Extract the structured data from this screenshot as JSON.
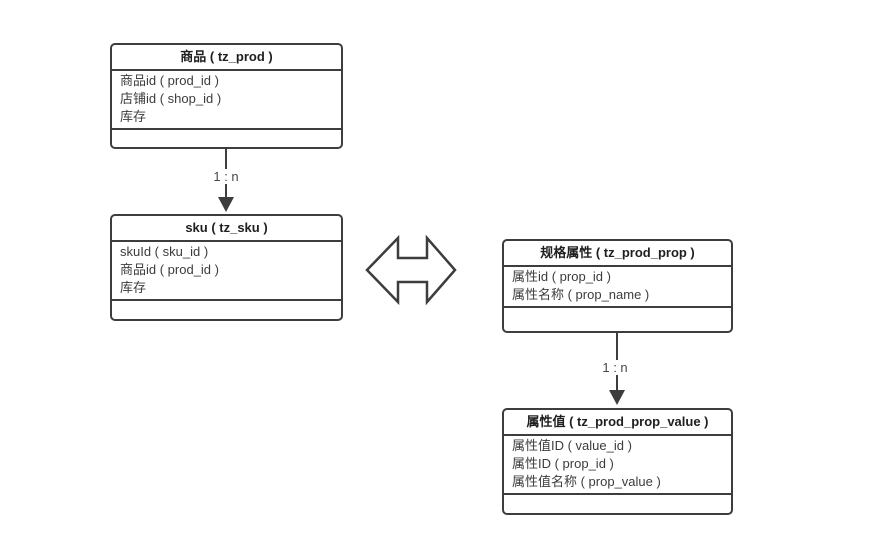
{
  "diagram": {
    "background_color": "#ffffff",
    "stroke_color": "#3d3d3d",
    "title_text_color": "#1f1f1f",
    "field_text_color": "#3c3c3c",
    "entities": [
      {
        "title": "商品 ( tz_prod )",
        "fields": [
          "商品id ( prod_id )",
          "店铺id ( shop_id )",
          "库存"
        ]
      },
      {
        "title": "sku ( tz_sku )",
        "fields": [
          "skuId ( sku_id )",
          "商品id ( prod_id )",
          "库存"
        ]
      },
      {
        "title": "规格属性 ( tz_prod_prop )",
        "fields": [
          "属性id ( prop_id )",
          "属性名称 ( prop_name )"
        ]
      },
      {
        "title": "属性值 ( tz_prod_prop_value )",
        "fields": [
          "属性值ID ( value_id )",
          "属性ID ( prop_id )",
          "属性值名称 ( prop_value )"
        ]
      }
    ],
    "connectors": [
      {
        "label": "1 : n",
        "from": "商品 ( tz_prod )",
        "to": "sku ( tz_sku )"
      },
      {
        "label": "1 : n",
        "from": "规格属性 ( tz_prod_prop )",
        "to": "属性值 ( tz_prod_prop_value )"
      }
    ],
    "icons": {
      "relation_symbol": "left-right-double-arrow"
    }
  }
}
